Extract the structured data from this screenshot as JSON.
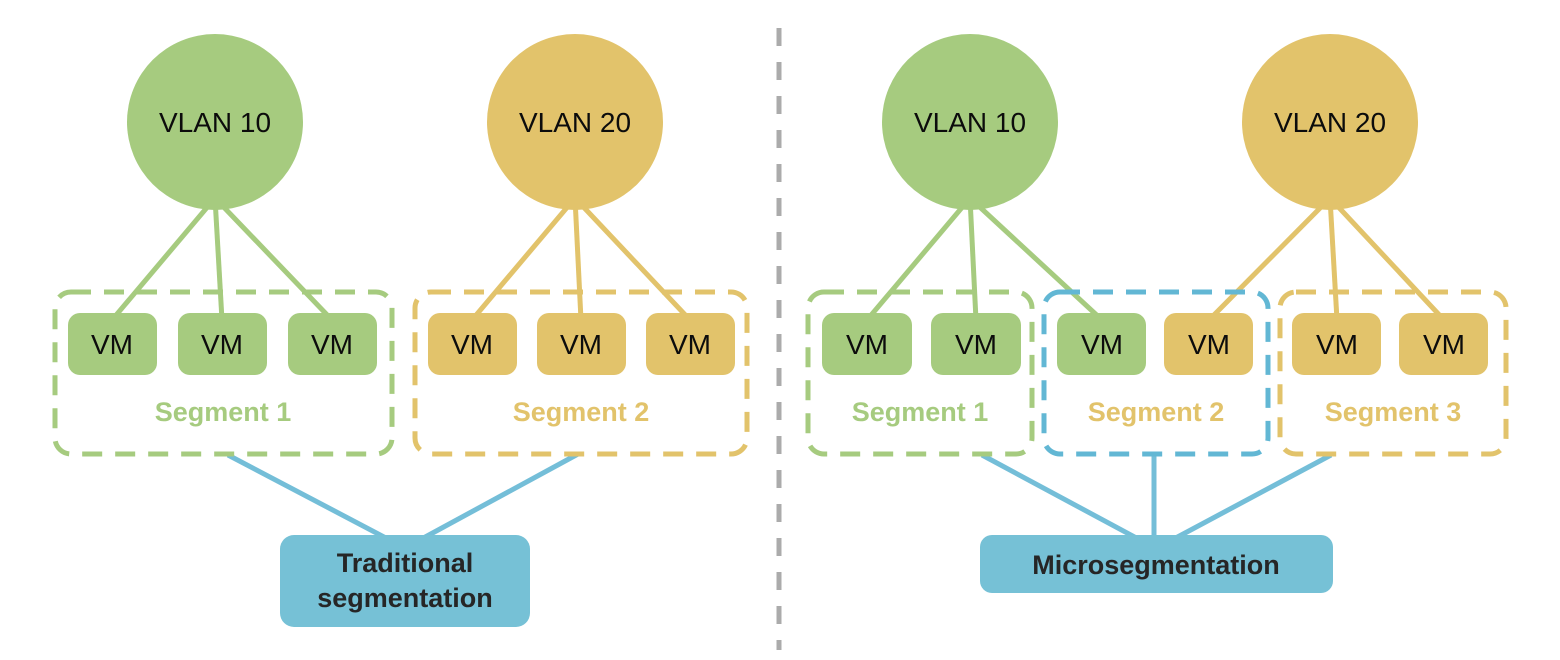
{
  "palette": {
    "green": "#a6cb7f",
    "gold": "#e2c36b",
    "blue_line": "#74bed8",
    "blue_box": "#76c1d6",
    "blue_dash": "#62b7d4",
    "divider_gray": "#ababab",
    "caption_text": "#262626",
    "node_text": "#0c0c0c"
  },
  "vm_label": "VM",
  "left_panel": {
    "vlan_1": "VLAN 10",
    "vlan_2": "VLAN 20",
    "segment_1": "Segment 1",
    "segment_2": "Segment 2",
    "caption_line_1": "Traditional",
    "caption_line_2": "segmentation"
  },
  "right_panel": {
    "vlan_1": "VLAN 10",
    "vlan_2": "VLAN 20",
    "segment_1": "Segment 1",
    "segment_2": "Segment 2",
    "segment_3": "Segment 3",
    "caption": "Microsegmentation"
  }
}
